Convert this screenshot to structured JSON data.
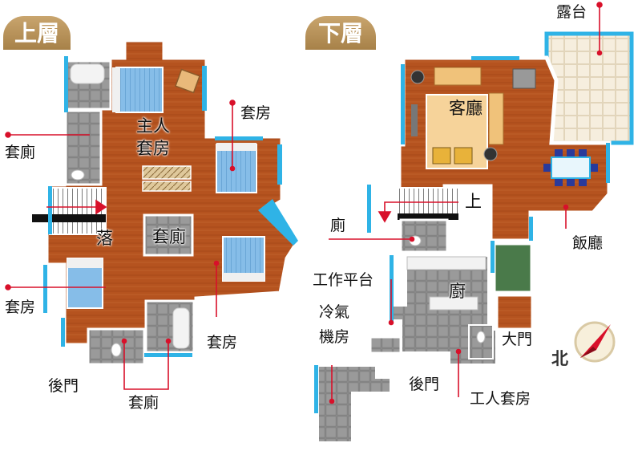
{
  "upper": {
    "tab": "上層",
    "labels": {
      "master_suite_1": "主人",
      "master_suite_2": "套房",
      "suite_ne": "套房",
      "bath_w": "套廁",
      "stairs_down": "落",
      "bath_center": "套廁",
      "suite_w": "套房",
      "suite_e": "套房",
      "back_door": "後門",
      "bath_s": "套廁"
    }
  },
  "lower": {
    "tab": "下層",
    "labels": {
      "terrace": "露台",
      "living_room": "客廳",
      "stairs_up": "上",
      "toilet": "廁",
      "dining_room": "飯廳",
      "work_platform": "工作平台",
      "kitchen": "廚",
      "ac_room_1": "冷氣",
      "ac_room_2": "機房",
      "main_door": "大門",
      "back_door": "後門",
      "maid_room": "工人套房"
    }
  },
  "compass": {
    "label": "北"
  },
  "colors": {
    "wood": "#b5531f",
    "wall": "#ffffff",
    "window": "#2fb3e6",
    "pointer": "#d8102a",
    "tile": "#8f8f8f",
    "bed": "#86bde8",
    "tab": "#b89258",
    "terrace": "#f4ead3"
  }
}
